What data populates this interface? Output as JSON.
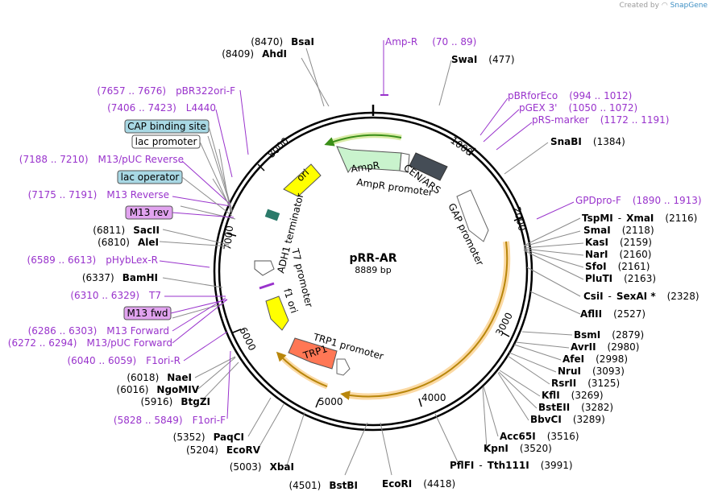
{
  "credit": {
    "prefix": "Created by",
    "brand": "SnapGene",
    "icon": "snapgene-logo-icon"
  },
  "plasmid": {
    "name": "pRR-AR",
    "length_label": "8889 bp",
    "total_bp": 8889
  },
  "ticks": [
    "1000",
    "2000",
    "3000",
    "4000",
    "5000",
    "6000",
    "7000",
    "8000"
  ],
  "feature_labels": {
    "ampr": "AmpR",
    "ampr_promoter": "AmpR promoter",
    "cen_ars": "CEN/ARS",
    "ori": "ori",
    "gap_promoter": "GAP promoter",
    "adh1_terminator": "ADH1 terminator",
    "t7_promoter": "T7 promoter",
    "f1_ori": "f1 ori",
    "trp1": "TRP1",
    "trp1_promoter": "TRP1 promoter"
  },
  "sites": [
    {
      "name": "BsaI",
      "pos": "(8470)",
      "side": "left"
    },
    {
      "name": "AhdI",
      "pos": "(8409)",
      "side": "left"
    },
    {
      "name": "SwaI",
      "pos": "(477)",
      "side": "right"
    },
    {
      "name": "SnaBI",
      "pos": "(1384)",
      "side": "right"
    },
    {
      "name": "TspMI",
      "extra": "XmaI",
      "pos": "(2116)",
      "side": "right"
    },
    {
      "name": "SmaI",
      "pos": "(2118)",
      "side": "right"
    },
    {
      "name": "KasI",
      "pos": "(2159)",
      "side": "right"
    },
    {
      "name": "NarI",
      "pos": "(2160)",
      "side": "right"
    },
    {
      "name": "SfoI",
      "pos": "(2161)",
      "side": "right"
    },
    {
      "name": "PluTI",
      "pos": "(2163)",
      "side": "right"
    },
    {
      "name": "CsiI",
      "extra": "SexAI *",
      "pos": "(2328)",
      "side": "right"
    },
    {
      "name": "AflII",
      "pos": "(2527)",
      "side": "right"
    },
    {
      "name": "BsmI",
      "pos": "(2879)",
      "side": "right"
    },
    {
      "name": "AvrII",
      "pos": "(2980)",
      "side": "right"
    },
    {
      "name": "AfeI",
      "pos": "(2998)",
      "side": "right"
    },
    {
      "name": "NruI",
      "pos": "(3093)",
      "side": "right"
    },
    {
      "name": "RsrII",
      "pos": "(3125)",
      "side": "right"
    },
    {
      "name": "KflI",
      "pos": "(3269)",
      "side": "right"
    },
    {
      "name": "BstEII",
      "pos": "(3282)",
      "side": "right"
    },
    {
      "name": "BbvCI",
      "pos": "(3289)",
      "side": "right"
    },
    {
      "name": "Acc65I",
      "pos": "(3516)",
      "side": "right"
    },
    {
      "name": "KpnI",
      "pos": "(3520)",
      "side": "right"
    },
    {
      "name": "PflFI",
      "extra": "Tth111I",
      "pos": "(3991)",
      "side": "right"
    },
    {
      "name": "EcoRI",
      "pos": "(4418)",
      "side": "right"
    },
    {
      "name": "BstBI",
      "pos": "(4501)",
      "side": "left"
    },
    {
      "name": "XbaI",
      "pos": "(5003)",
      "side": "left"
    },
    {
      "name": "EcoRV",
      "pos": "(5204)",
      "side": "left"
    },
    {
      "name": "PaqCI",
      "pos": "(5352)",
      "side": "left"
    },
    {
      "name": "BtgZI",
      "pos": "(5916)",
      "side": "left"
    },
    {
      "name": "NgoMIV",
      "pos": "(6016)",
      "side": "left"
    },
    {
      "name": "NaeI",
      "pos": "(6018)",
      "side": "left"
    },
    {
      "name": "BamHI",
      "pos": "(6337)",
      "side": "left"
    },
    {
      "name": "AleI",
      "pos": "(6810)",
      "side": "left"
    },
    {
      "name": "SacII",
      "pos": "(6811)",
      "side": "left"
    }
  ],
  "primers": [
    {
      "name": "Amp-R",
      "pos": "(70 .. 89)",
      "side": "right"
    },
    {
      "name": "pBRforEco",
      "pos": "(994 .. 1012)",
      "side": "right"
    },
    {
      "name": "pGEX 3'",
      "pos": "(1050 .. 1072)",
      "side": "right"
    },
    {
      "name": "pRS-marker",
      "pos": "(1172 .. 1191)",
      "side": "right"
    },
    {
      "name": "GPDpro-F",
      "pos": "(1890 .. 1913)",
      "side": "right"
    },
    {
      "name": "pBR322ori-F",
      "pos": "(7657 .. 7676)",
      "side": "left"
    },
    {
      "name": "L4440",
      "pos": "(7406 .. 7423)",
      "side": "left"
    },
    {
      "name": "M13/pUC Reverse",
      "pos": "(7188 .. 7210)",
      "side": "left"
    },
    {
      "name": "M13 Reverse",
      "pos": "(7175 .. 7191)",
      "side": "left"
    },
    {
      "name": "pHybLex-R",
      "pos": "(6589 .. 6613)",
      "side": "left"
    },
    {
      "name": "T7",
      "pos": "(6310 .. 6329)",
      "side": "left"
    },
    {
      "name": "M13 Forward",
      "pos": "(6286 .. 6303)",
      "side": "left"
    },
    {
      "name": "M13/pUC Forward",
      "pos": "(6272 .. 6294)",
      "side": "left"
    },
    {
      "name": "F1ori-R",
      "pos": "(6040 .. 6059)",
      "side": "left"
    },
    {
      "name": "F1ori-F",
      "pos": "(5828 .. 5849)",
      "side": "left"
    }
  ],
  "boxed_labels": [
    {
      "text": "CAP binding site",
      "fill": "#a8d8e4"
    },
    {
      "text": "lac promoter",
      "fill": "#ffffff"
    },
    {
      "text": "lac operator",
      "fill": "#a8d8e4"
    },
    {
      "text": "M13 rev",
      "fill": "#e1a3ef"
    },
    {
      "text": "M13 fwd",
      "fill": "#e1a3ef"
    }
  ],
  "colors": {
    "backbone": "#000000",
    "primer": "#9933cc",
    "ampr": "#c9f3cd",
    "ori": "#ffff00",
    "cen_ars": "#454d56",
    "trp1": "#ff7755",
    "orf": "#f7c26b"
  }
}
